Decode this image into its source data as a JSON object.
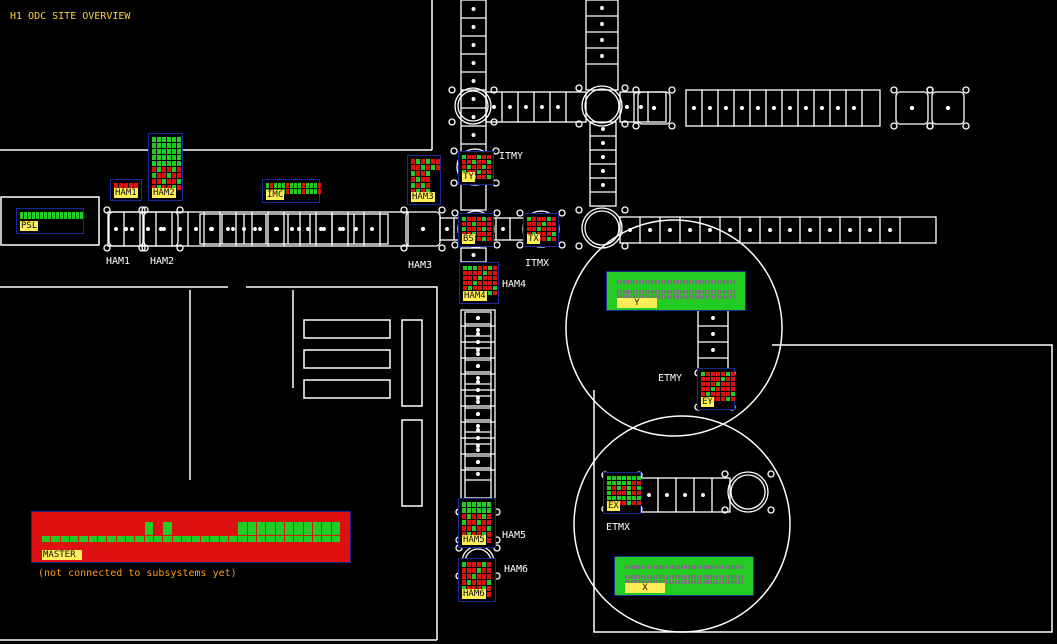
{
  "title": "H1 ODC SITE OVERVIEW",
  "note": "(not connected to subsystems yet)",
  "labels": {
    "ham1": "HAM1",
    "ham2": "HAM2",
    "ham3": "HAM3",
    "ham4": "HAM4",
    "ham5": "HAM5",
    "ham6": "HAM6",
    "itmy": "ITMY",
    "itmx": "ITMX",
    "etmy": "ETMY",
    "etmx": "ETMX"
  },
  "badges": {
    "ham1": "HAM1",
    "ham2": "HAM2",
    "ham3": "HAM3",
    "ham4": "HAM4",
    "ham5": "HAM5",
    "ham6": "HAM6",
    "imc": "IMC",
    "psl": "PSL",
    "ty": "TY",
    "bs": "BS",
    "tx": "TX",
    "ey": "EY",
    "ex": "EX",
    "y": "Y",
    "x": "X",
    "master": "MASTER"
  },
  "colors": {
    "outline": "#ffffff",
    "ok": "#22cc22",
    "fault": "#dd1111",
    "unknown": "#777777",
    "label_bg": "#ffee55",
    "frame": "#1a2a99",
    "title": "#ffd23c",
    "note": "#ff9a1a"
  }
}
